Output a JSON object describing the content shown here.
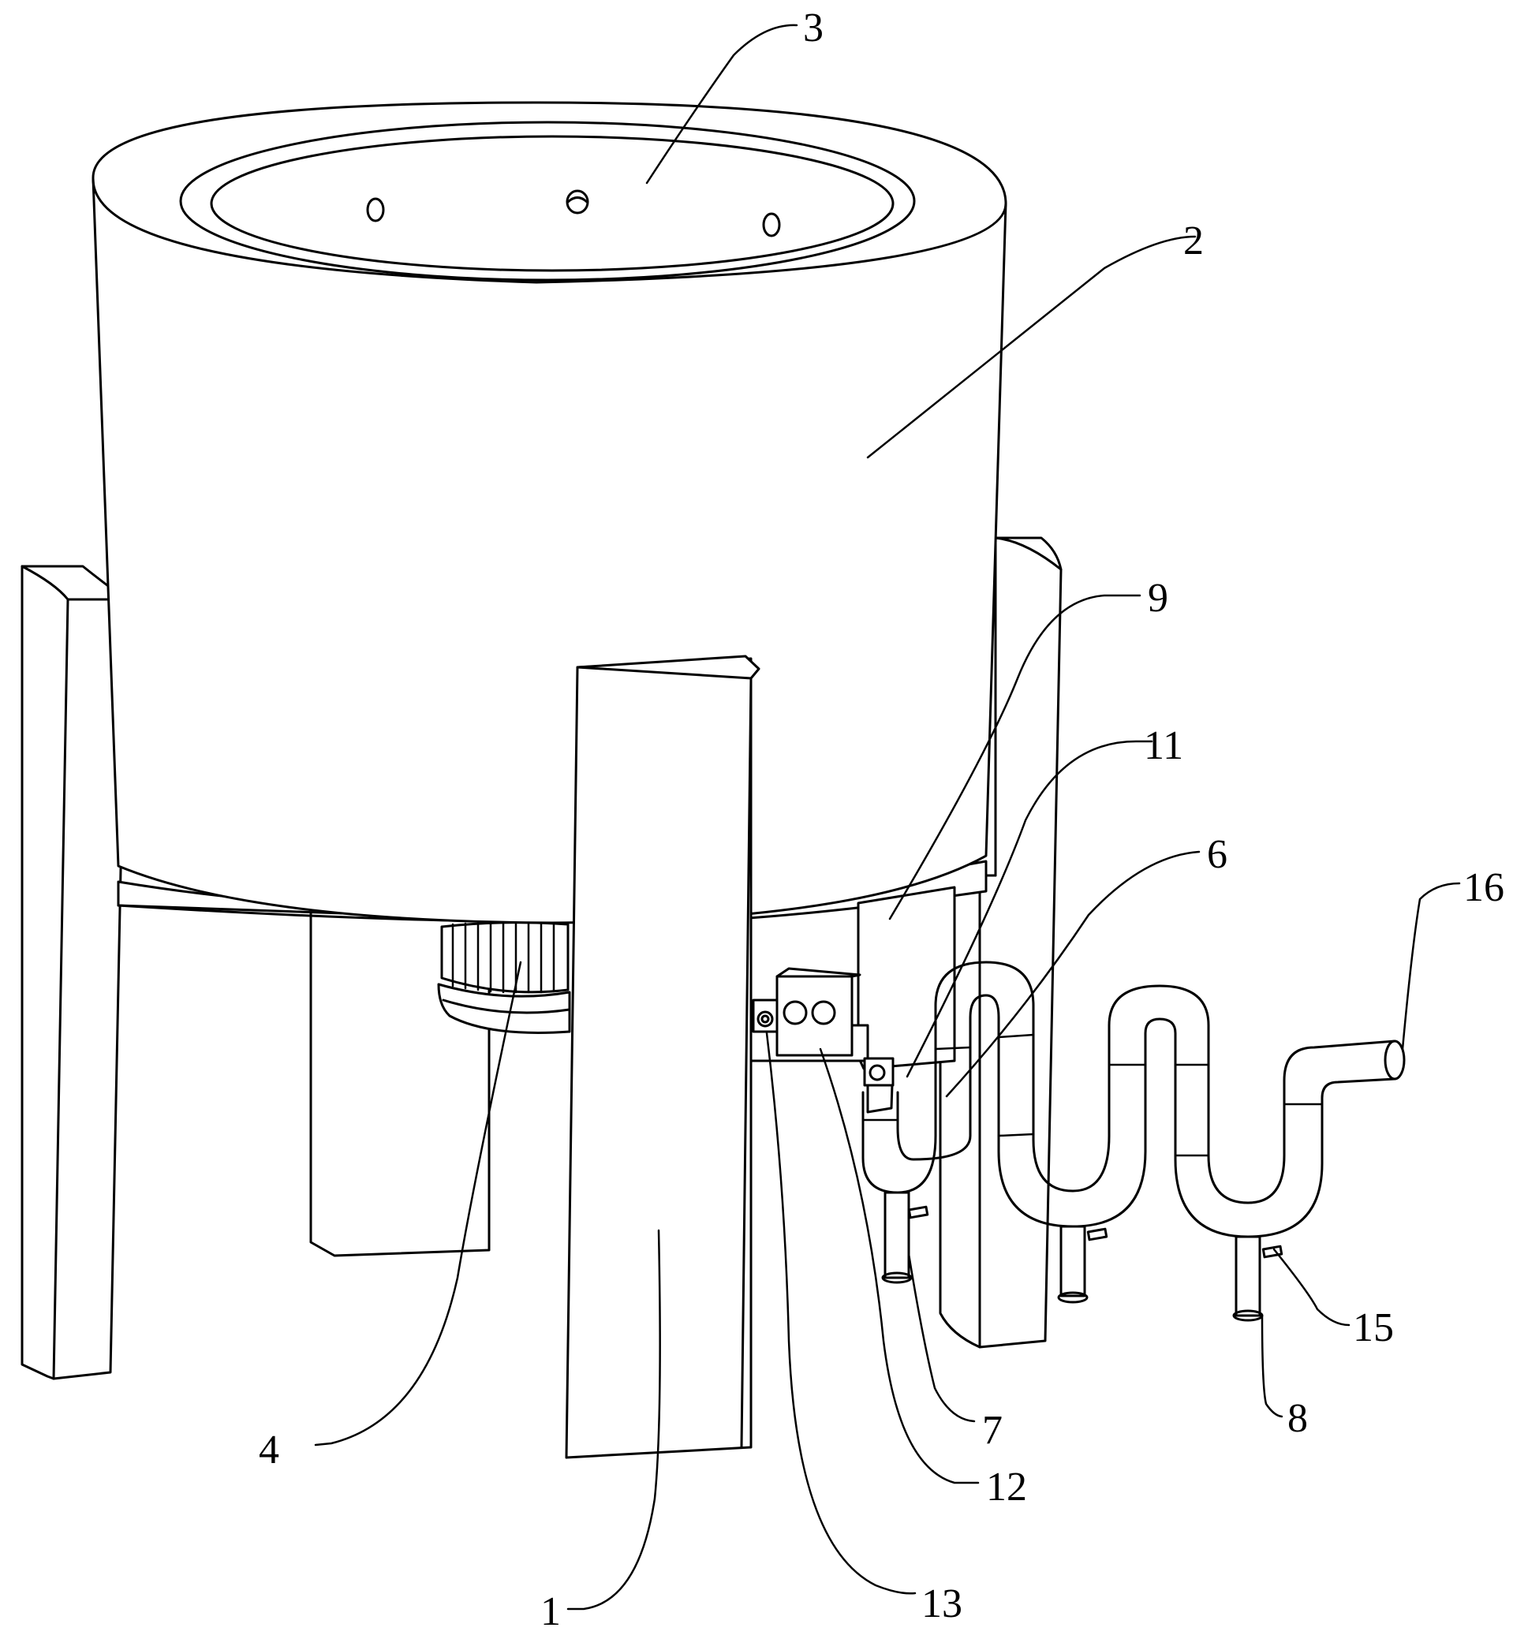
{
  "figure": {
    "labels": {
      "l1": "1",
      "l2": "2",
      "l3": "3",
      "l4": "4",
      "l6": "6",
      "l7": "7",
      "l8": "8",
      "l9": "9",
      "l11": "11",
      "l12": "12",
      "l13": "13",
      "l15": "15",
      "l16": "16"
    }
  }
}
